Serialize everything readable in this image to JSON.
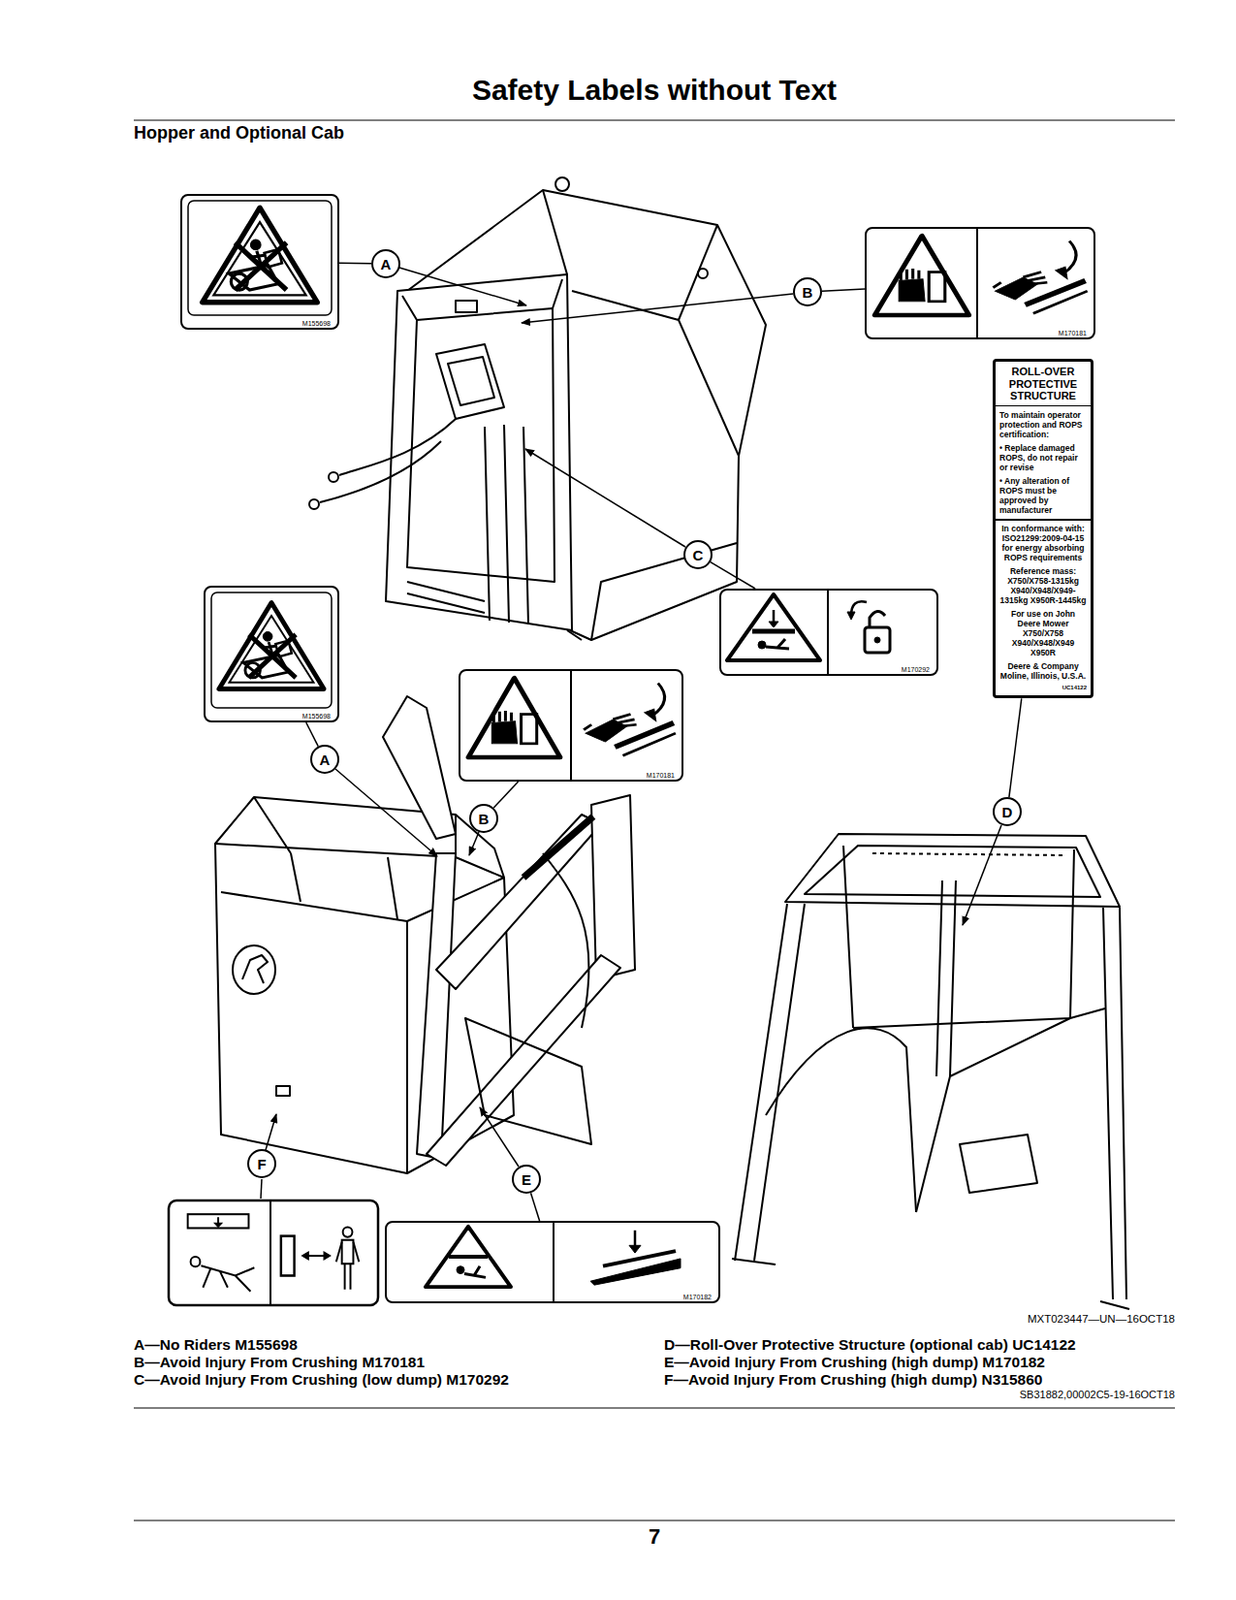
{
  "diagram": {
    "title": "Safety Labels without Text",
    "nodes": [
      {
        "text": [
          "M155698"
        ]
      },
      {
        "text": [
          "A"
        ]
      },
      {
        "text": [
          "B"
        ]
      },
      {
        "text": [
          "M170181"
        ]
      },
      {
        "text": [
          "ROLL-OVER PROTECTIVE STRUCTURE",
          "To maintain operator protection and ROPS certification:",
          "• Replace damaged ROPS, do not repair or revise",
          "• Any alteration of ROPS must be approved by manufacturer",
          "In conformance with: ISO21299:2009-04-15 for energy absorbing ROPS requirements",
          "Reference mass: X750/X758-1315kg X940/X948/X949-1315kg X950R-1445kg",
          "For use on John Deere Mower X750/X758 X940/X948/X949 X950R",
          "Deere & Company Moline, Illinois, U.S.A.",
          "UC14122"
        ]
      },
      {
        "text": [
          "C"
        ]
      },
      {
        "text": [
          "M170292"
        ]
      },
      {
        "text": [
          "M155698"
        ]
      },
      {
        "text": [
          "A"
        ]
      },
      {
        "text": [
          "M170181"
        ]
      },
      {
        "text": [
          "B"
        ]
      },
      {
        "text": [
          "D"
        ]
      },
      {
        "text": [
          "F"
        ]
      },
      {
        "text": [
          "E"
        ]
      },
      {
        "text": [
          "M170182"
        ]
      }
    ],
    "edges": [
      {
        "from": 1,
        "to": 0,
        "arrow": "none"
      },
      {
        "from": 2,
        "to": 3,
        "arrow": "none"
      },
      {
        "from": 5,
        "to": 6,
        "arrow": "none"
      },
      {
        "from": 8,
        "to": 7,
        "arrow": "none"
      },
      {
        "from": 10,
        "to": 9,
        "arrow": "none"
      },
      {
        "from": 11,
        "to": 4,
        "arrow": "none"
      },
      {
        "from": 13,
        "to": 14,
        "arrow": "none"
      }
    ],
    "labels": [
      "Hopper and Optional Cab",
      "MXT023447—UN—16OCT18",
      "A—No Riders M155698",
      "B—Avoid Injury From Crushing M170181",
      "C—Avoid Injury From Crushing (low dump) M170292",
      "D—Roll-Over Protective Structure (optional cab) UC14122",
      "E—Avoid Injury From Crushing (high dump) M170182",
      "F—Avoid Injury From Crushing (high dump) N315860",
      "SB31882,00002C5-19-16OCT18",
      "7"
    ]
  }
}
